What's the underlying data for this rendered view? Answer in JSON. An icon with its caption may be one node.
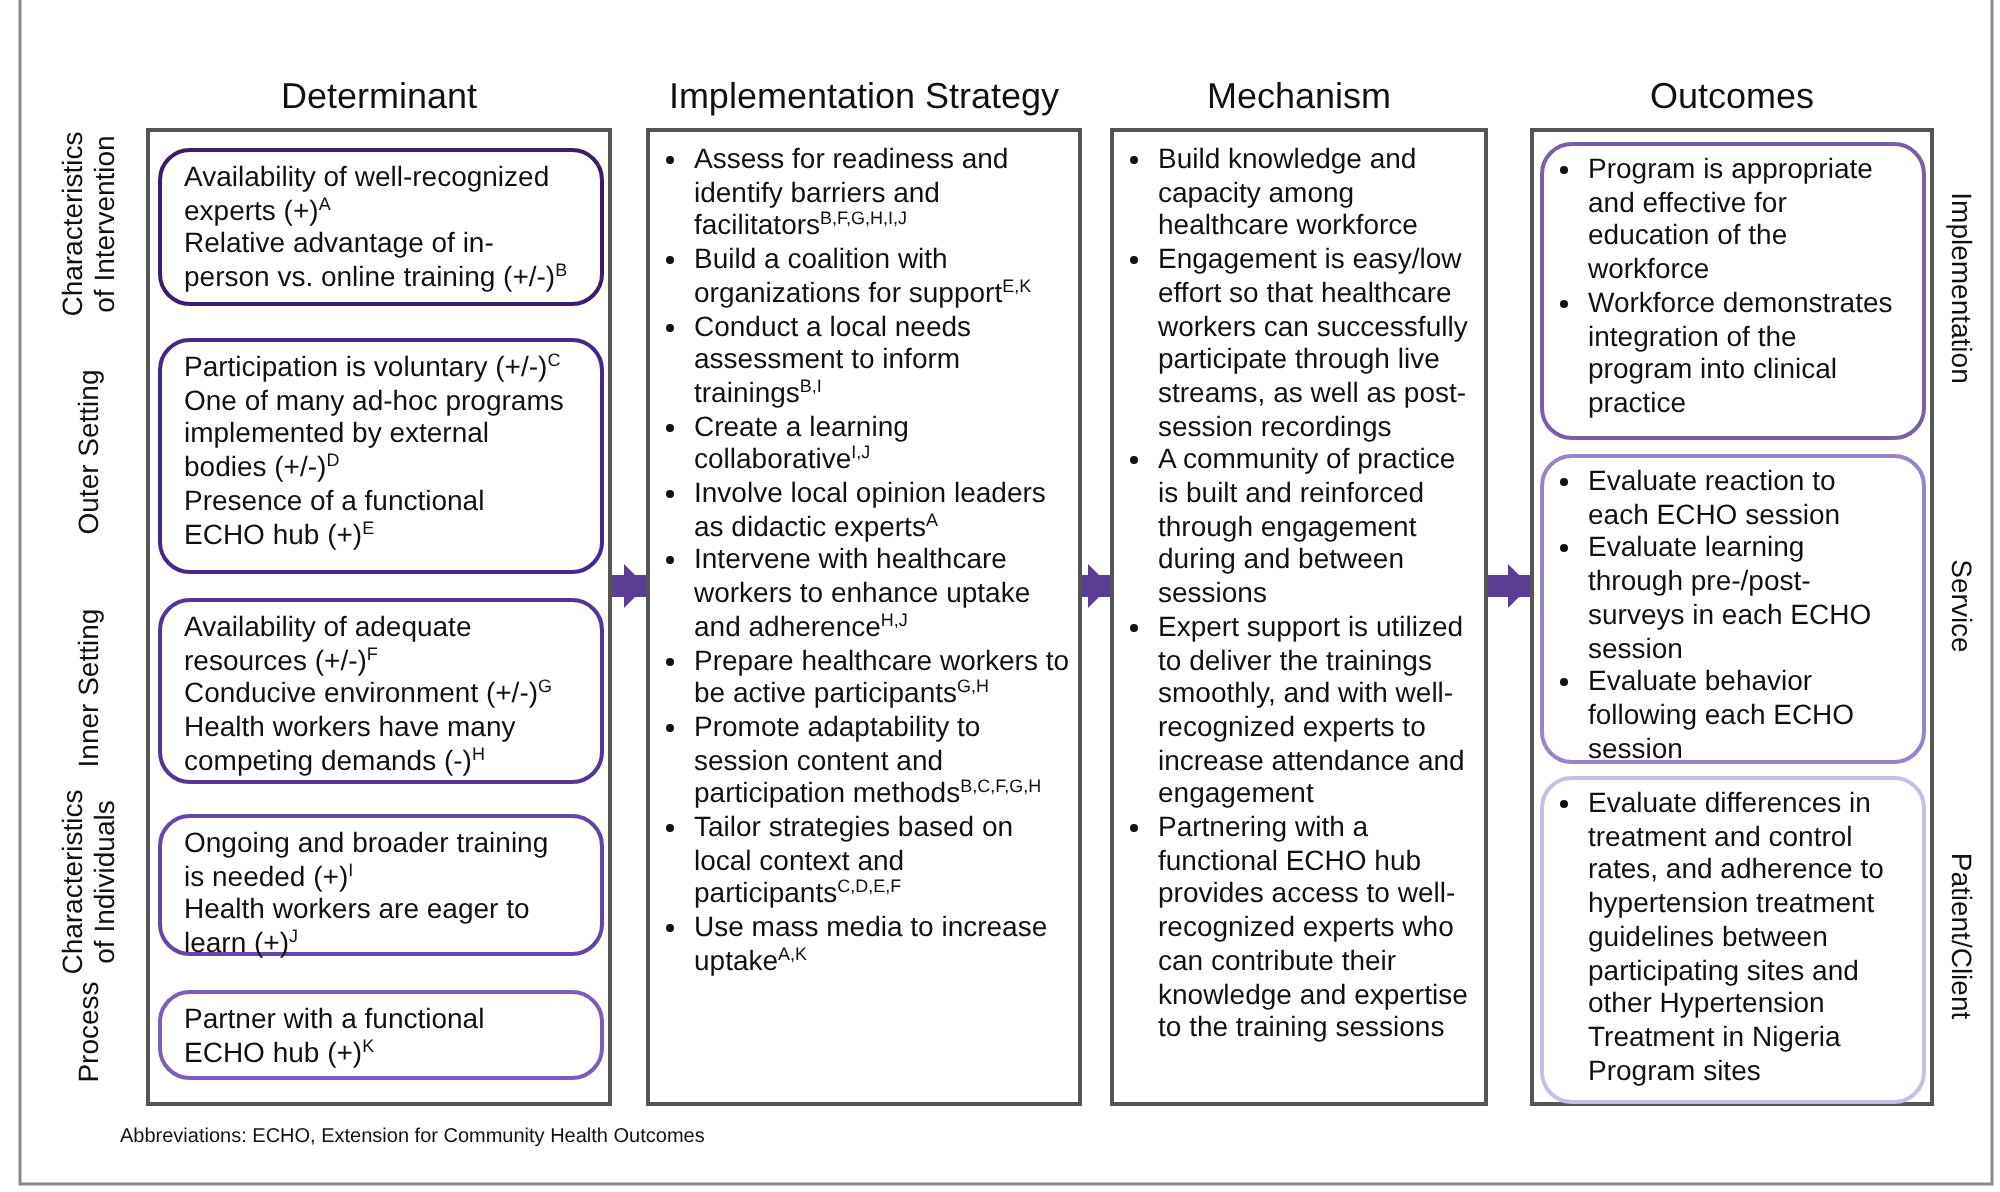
{
  "diagram": {
    "nodes": [
      {
        "text": [
          "Determinant"
        ]
      },
      {
        "text": [
          "Availability of well-recognized experts (+)$^{A}$",
          "Relative advantage of in-person vs. online training (+/-)$^{B}$"
        ],
        "in": 0,
        "beside": [
          "Characteristics of Intervention"
        ]
      },
      {
        "text": [
          "Participation is voluntary (+/-)$^{C}$",
          "One of many ad-hoc programs implemented by external bodies (+/-)$^{D}$",
          "Presence of a functional ECHO hub (+)$^{E}$"
        ],
        "in": 0,
        "beside": [
          "Outer Setting"
        ]
      },
      {
        "text": [
          "Availability of adequate resources (+/-)$^{F}$",
          "Conducive environment (+/-)$^{G}$",
          "Health workers have many competing demands (-)$^{H}$"
        ],
        "in": 0,
        "beside": [
          "Inner Setting"
        ]
      },
      {
        "text": [
          "Ongoing and broader training is needed (+)$^{I}$",
          "Health workers are eager to learn (+)$^{J}$"
        ],
        "in": 0,
        "beside": [
          "Characteristics of Individuals"
        ]
      },
      {
        "text": [
          "Partner with a functional ECHO hub (+)$^{K}$"
        ],
        "in": 0,
        "beside": [
          "Process"
        ]
      },
      {
        "text": [
          "Implementation Strategy",
          "Assess for readiness and identify barriers and facilitators$^{B,F,G,H,I,J}$",
          "Build a coalition with organizations for support$^{E,K}$",
          "Conduct a local needs assessment to inform trainings$^{B,I}$",
          "Create a learning collaborative$^{I,J}$",
          "Involve local opinion leaders as didactic experts$^{A}$",
          "Intervene with healthcare workers to enhance uptake and adherence$^{H,J}$",
          "Prepare healthcare workers to be active participants$^{G,H}$",
          "Promote adaptability to session content and participation methods$^{B,C,F,G,H}$",
          "Tailor strategies based on local context and participants$^{C,D,E,F}$",
          "Use mass media to increase uptake$^{A,K}$"
        ]
      },
      {
        "text": [
          "Mechanism",
          "Build knowledge and capacity among healthcare workforce",
          "Engagement is easy/low effort so that healthcare workers can successfully participate through live streams, as well as post-session recordings",
          "A community of practice is built and reinforced through engagement during and between sessions",
          "Expert support is utilized to deliver the trainings smoothly, and with well-recognized experts to increase attendance and engagement",
          "Partnering with a functional ECHO hub provides access to well-recognized experts who can contribute their knowledge and expertise to the training sessions"
        ]
      },
      {
        "text": [
          "Outcomes"
        ]
      },
      {
        "text": [
          "Program is appropriate and effective for education of the workforce",
          "Workforce demonstrates integration of the program into clinical practice"
        ],
        "in": 8,
        "beside": [
          "Implementation"
        ]
      },
      {
        "text": [
          "Evaluate reaction to each ECHO session",
          "Evaluate learning through pre-/post-surveys in each ECHO session",
          "Evaluate behavior following each ECHO session"
        ],
        "in": 8,
        "beside": [
          "Service"
        ]
      },
      {
        "text": [
          "Evaluate differences in treatment and control rates, and adherence to hypertension treatment guidelines between participating sites and other Hypertension Treatment in Nigeria Program sites"
        ],
        "in": 8,
        "beside": [
          "Patient/Client"
        ]
      }
    ],
    "edges": [
      {
        "from": 0,
        "to": 6,
        "arrow": "to"
      },
      {
        "from": 6,
        "to": 7,
        "arrow": "to"
      },
      {
        "from": 7,
        "to": 8,
        "arrow": "to"
      }
    ],
    "labels": [
      "Abbreviations: ECHO, Extension for Community Health Outcomes"
    ]
  }
}
